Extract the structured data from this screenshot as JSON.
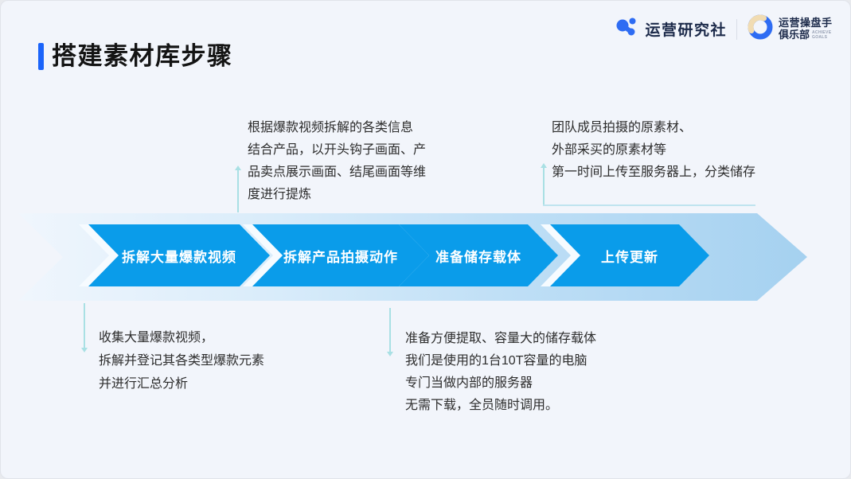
{
  "header": {
    "title": "搭建素材库步骤"
  },
  "logos": {
    "society": {
      "name": "运营研究社",
      "icon": "molecule-dots-icon",
      "color": "#2e6cf3"
    },
    "separator": "|",
    "club": {
      "line1": "运营操盘手",
      "line2": "俱乐部",
      "tagline": "ACHIEVE GOALS",
      "icon": "ring-icon",
      "ring_blue": "#2e6cf3",
      "ring_cream": "#f1dcb2"
    }
  },
  "flow": {
    "steps": [
      {
        "label": "拆解大量爆款视频"
      },
      {
        "label": "拆解产品拍摄动作"
      },
      {
        "label": "准备储存载体"
      },
      {
        "label": "上传更新"
      }
    ],
    "arrow_color": "#0a9cea",
    "band_gradient_start": "#f0f6fd",
    "band_gradient_end": "#a5d1f0"
  },
  "notes": {
    "top_middle": "根据爆款视频拆解的各类信息\n结合产品，以开头钩子画面、产\n品卖点展示画面、结尾画面等维\n度进行提炼",
    "top_right": "团队成员拍摄的原素材、\n外部采买的原素材等\n第一时间上传至服务器上，分类储存",
    "bottom_left": "收集大量爆款视频，\n拆解并登记其各类型爆款元素\n并进行汇总分析",
    "bottom_middle": "准备方便提取、容量大的储存载体\n我们是使用的1台10T容量的电脑\n专门当做内部的服务器\n无需下载，全员随时调用。"
  },
  "colors": {
    "title_accent": "#1b64fa",
    "connector": "#a9e0e4",
    "background": "#f2f5fb",
    "text": "#2d2d2d"
  }
}
